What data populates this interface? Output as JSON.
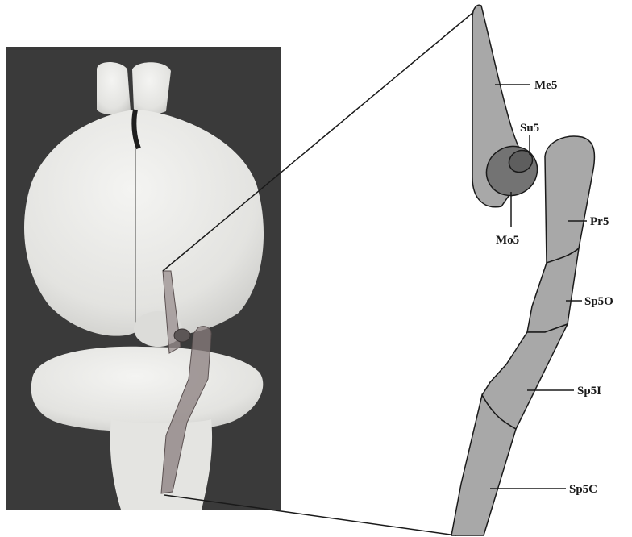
{
  "figure": {
    "colors": {
      "photo_background": "#3a3a3a",
      "tissue": "#e9e9e7",
      "nucleus_fill": "#a8a8a8",
      "nucleus_dark": "#5e5e5e",
      "outline": "#1a1a1a"
    },
    "labels": {
      "me5": "Me5",
      "su5": "Su5",
      "mo5": "Mo5",
      "pr5": "Pr5",
      "sp5o": "Sp5O",
      "sp5i": "Sp5I",
      "sp5c": "Sp5C"
    }
  }
}
